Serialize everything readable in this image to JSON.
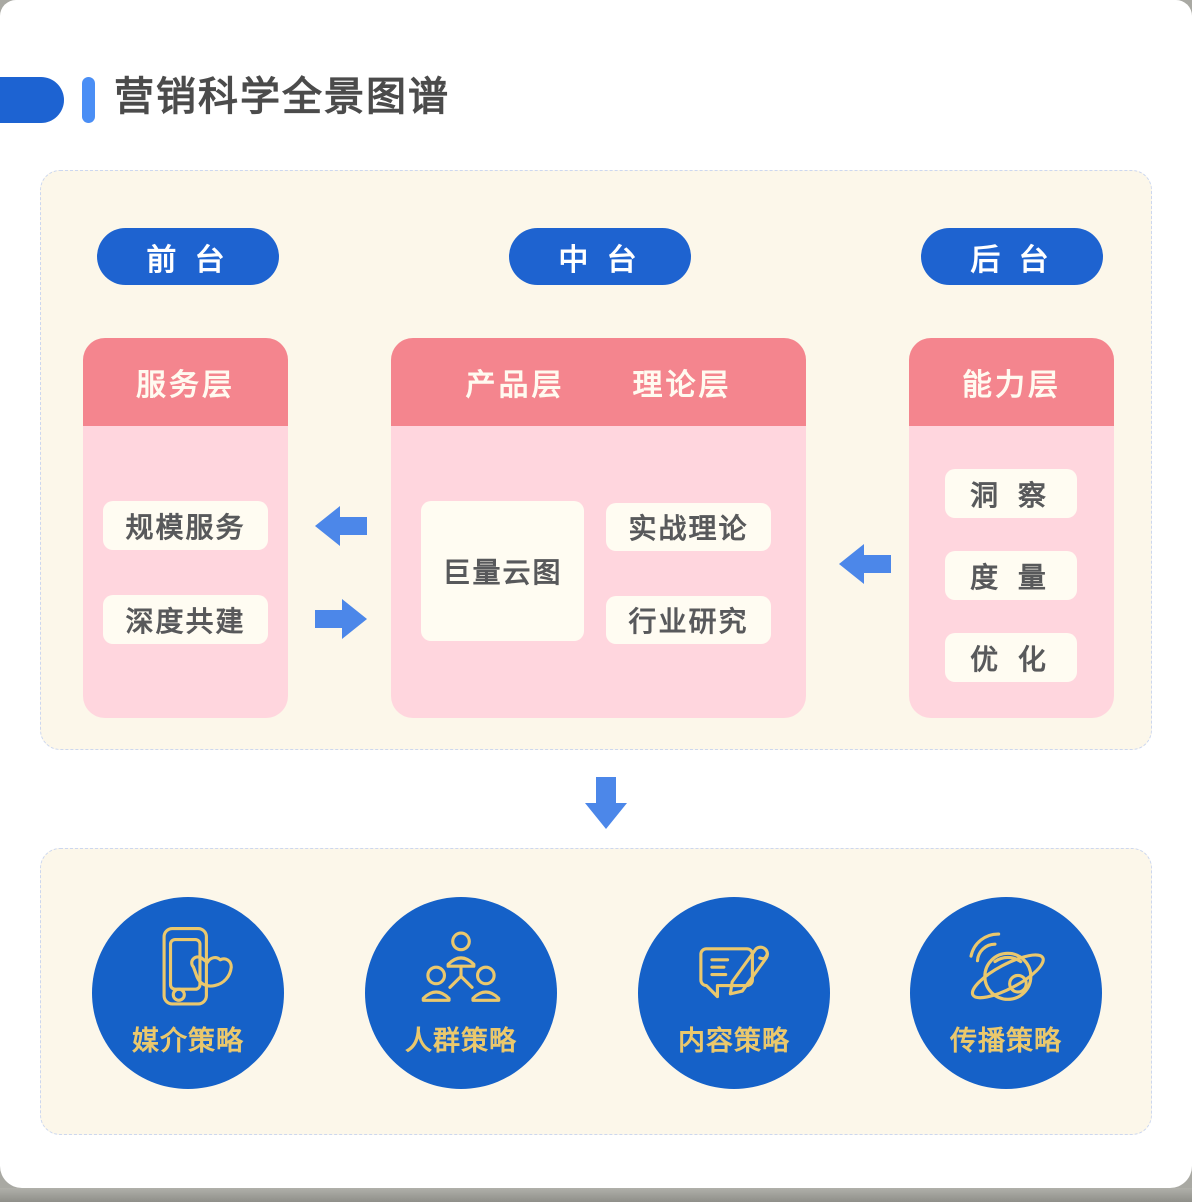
{
  "page": {
    "title": "营销科学全景图谱"
  },
  "colors": {
    "accent_blue": "#1d63d2",
    "light_blue": "#4a8ef5",
    "arrow_blue": "#4c87e9",
    "badge_blue": "#1e63d0",
    "circle_blue": "#1561c8",
    "gold": "#eac86d",
    "header_pink": "#f4858e",
    "body_pink": "#ffd6de",
    "panel_cream": "#fcf7ea",
    "box_cream": "#fffcf2"
  },
  "top_panel": {
    "badges": [
      {
        "label": "前 台"
      },
      {
        "label": "中 台"
      },
      {
        "label": "后 台"
      }
    ],
    "cards": [
      {
        "header": "服务层",
        "items": [
          "规模服务",
          "深度共建"
        ]
      },
      {
        "headers": [
          "产品层",
          "理论层"
        ],
        "product_item": "巨量云图",
        "theory_items": [
          "实战理论",
          "行业研究"
        ]
      },
      {
        "header": "能力层",
        "items": [
          "洞 察",
          "度 量",
          "优 化"
        ]
      }
    ]
  },
  "bottom_panel": {
    "strategies": [
      {
        "icon": "phone-tap-icon",
        "label": "媒介策略"
      },
      {
        "icon": "people-group-icon",
        "label": "人群策略"
      },
      {
        "icon": "message-pen-icon",
        "label": "内容策略"
      },
      {
        "icon": "planet-broadcast-icon",
        "label": "传播策略"
      }
    ]
  }
}
